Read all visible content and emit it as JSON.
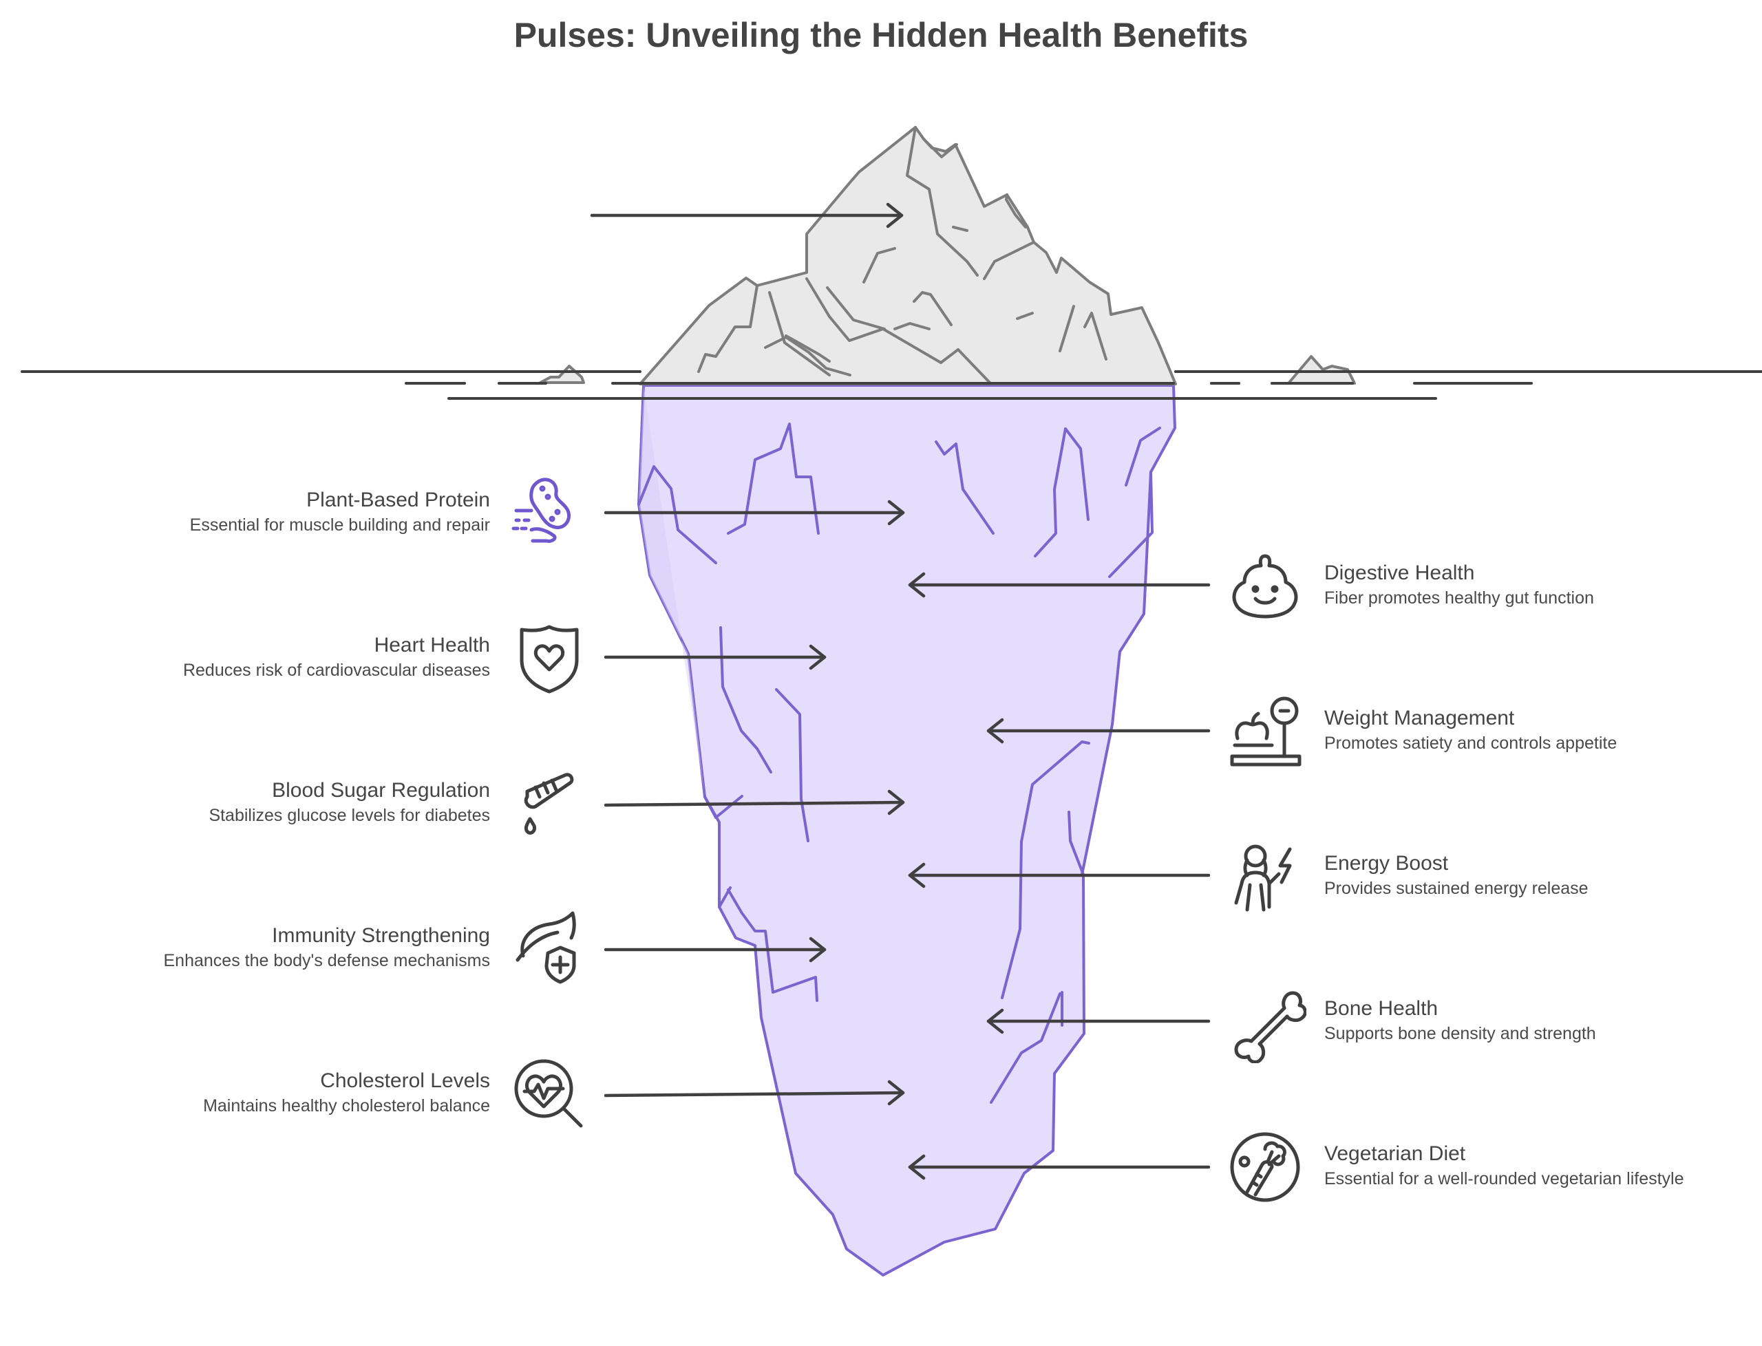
{
  "title": "Pulses: Unveiling the Hidden Health Benefits",
  "colors": {
    "ice_fill": "#e9e9e9",
    "ice_stroke": "#7d7d7d",
    "underwater_fill": "#e4defc",
    "underwater_stroke": "#7b63d0",
    "arrow": "#404040",
    "water_line": "#404040"
  },
  "left_items": [
    {
      "title": "Plant-Based Protein",
      "desc": "Essential for muscle building and repair",
      "icon": "peanut-icon"
    },
    {
      "title": "Heart Health",
      "desc": "Reduces risk of cardiovascular diseases",
      "icon": "heart-shield-icon"
    },
    {
      "title": "Blood Sugar Regulation",
      "desc": "Stabilizes glucose levels for diabetes",
      "icon": "test-tube-drop-icon"
    },
    {
      "title": "Immunity Strengthening",
      "desc": "Enhances the body's defense mechanisms",
      "icon": "leaf-shield-plus-icon"
    },
    {
      "title": "Cholesterol Levels",
      "desc": "Maintains healthy cholesterol balance",
      "icon": "heart-magnifier-icon"
    }
  ],
  "right_items": [
    {
      "title": "Digestive Health",
      "desc": "Fiber promotes healthy gut function",
      "icon": "happy-stomach-icon"
    },
    {
      "title": "Weight Management",
      "desc": "Promotes satiety and controls appetite",
      "icon": "apple-scale-icon"
    },
    {
      "title": "Energy Boost",
      "desc": "Provides sustained energy release",
      "icon": "person-lightning-icon"
    },
    {
      "title": "Bone Health",
      "desc": "Supports bone density and strength",
      "icon": "bone-icon"
    },
    {
      "title": "Vegetarian Diet",
      "desc": "Essential for a well-rounded vegetarian lifestyle",
      "icon": "vegetables-circle-icon"
    }
  ]
}
